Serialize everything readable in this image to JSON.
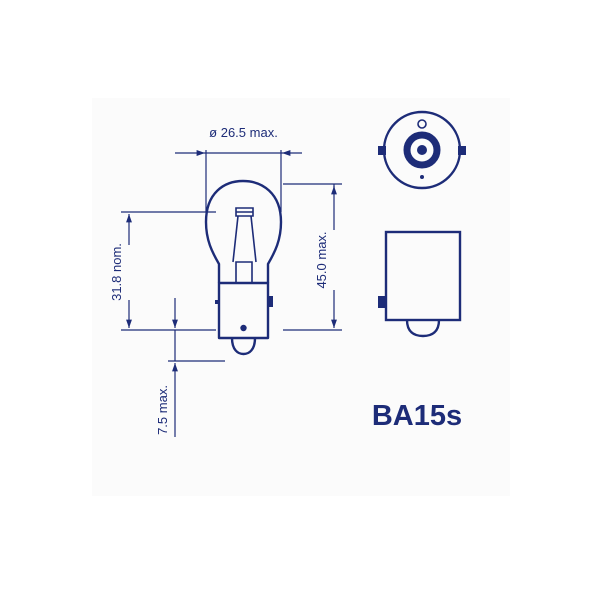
{
  "diagram": {
    "dimensions": {
      "diameter": "ø 26.5 max.",
      "height_total": "45.0 max.",
      "height_nominal": "31.8 nom.",
      "pin_offset": "7.5 max."
    },
    "base_type": "BA15s"
  },
  "colors": {
    "ink": "#1d2c78",
    "panel": "#fbfbfb"
  }
}
